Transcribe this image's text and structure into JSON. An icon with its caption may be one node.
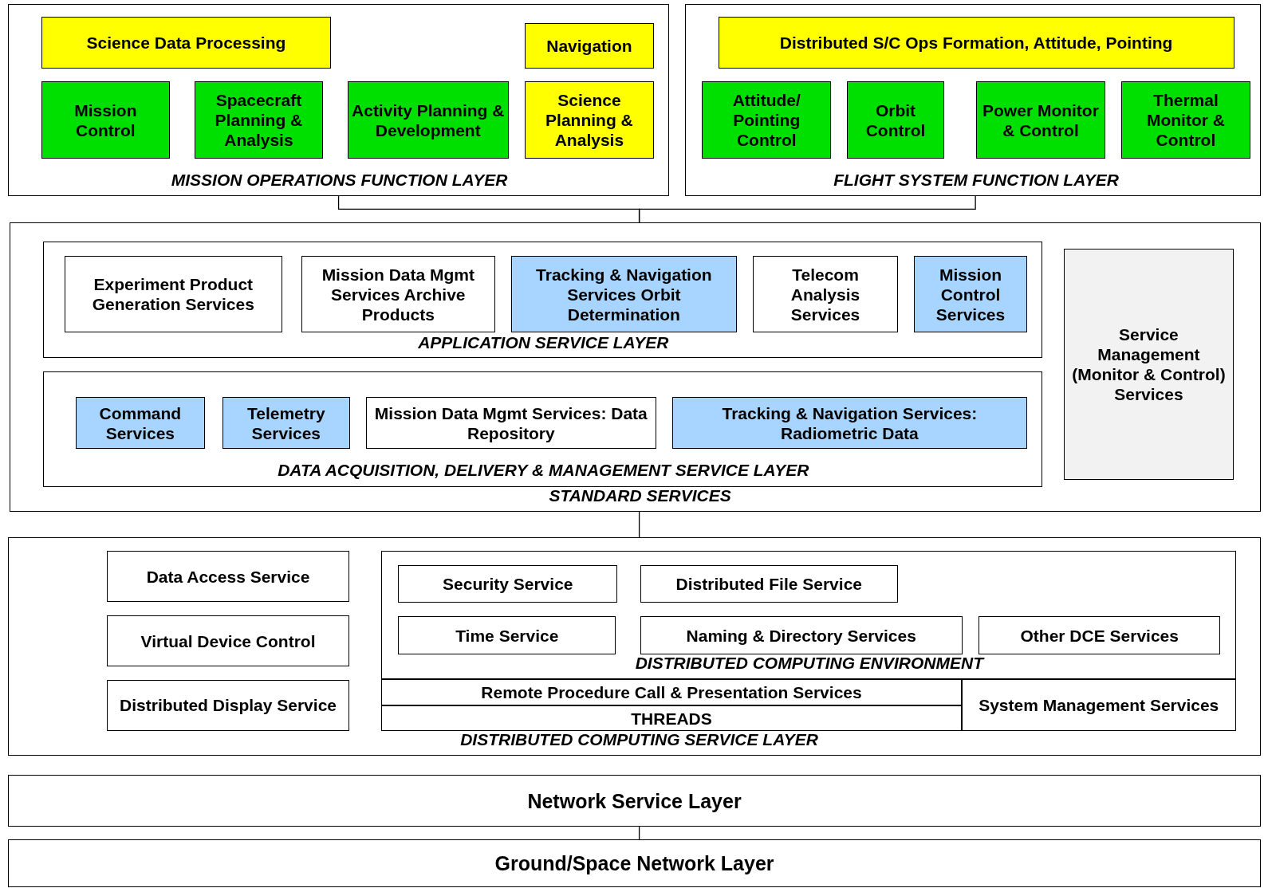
{
  "diagram": {
    "nodes": [
      {
        "text": [
          "MISSION OPERATIONS FUNCTION LAYER"
        ]
      },
      {
        "text": [
          "Science Data Processing"
        ],
        "in": 0
      },
      {
        "text": [
          "Navigation"
        ],
        "in": 0
      },
      {
        "text": [
          "Mission Control"
        ],
        "in": 0
      },
      {
        "text": [
          "Spacecraft Planning & Analysis"
        ],
        "in": 0
      },
      {
        "text": [
          "Activity Planning & Development"
        ],
        "in": 0
      },
      {
        "text": [
          "Science Planning & Analysis"
        ],
        "in": 0
      },
      {
        "text": [
          "FLIGHT SYSTEM FUNCTION LAYER"
        ]
      },
      {
        "text": [
          "Distributed S/C Ops Formation, Attitude, Pointing"
        ],
        "in": 7
      },
      {
        "text": [
          "Attitude/ Pointing Control"
        ],
        "in": 7
      },
      {
        "text": [
          "Orbit Control"
        ],
        "in": 7
      },
      {
        "text": [
          "Power Monitor & Control"
        ],
        "in": 7
      },
      {
        "text": [
          "Thermal Monitor & Control"
        ],
        "in": 7
      },
      {
        "text": [
          "STANDARD SERVICES"
        ]
      },
      {
        "text": [
          "APPLICATION SERVICE LAYER"
        ],
        "in": 13
      },
      {
        "text": [
          "Experiment Product Generation Services"
        ],
        "in": 14
      },
      {
        "text": [
          "Mission Data Mgmt Services Archive Products"
        ],
        "in": 14
      },
      {
        "text": [
          "Tracking & Navigation Services Orbit Determination"
        ],
        "in": 14
      },
      {
        "text": [
          "Telecom Analysis Services"
        ],
        "in": 14
      },
      {
        "text": [
          "Mission Control Services"
        ],
        "in": 14
      },
      {
        "text": [
          "DATA ACQUISITION, DELIVERY & MANAGEMENT SERVICE LAYER"
        ],
        "in": 13
      },
      {
        "text": [
          "Command Services"
        ],
        "in": 20
      },
      {
        "text": [
          "Telemetry Services"
        ],
        "in": 20
      },
      {
        "text": [
          "Mission Data Mgmt Services: Data Repository"
        ],
        "in": 20
      },
      {
        "text": [
          "Tracking & Navigation Services: Radiometric Data"
        ],
        "in": 20
      },
      {
        "text": [
          "Service Management (Monitor & Control) Services"
        ],
        "in": 13
      },
      {
        "text": [
          "DISTRIBUTED COMPUTING SERVICE LAYER"
        ]
      },
      {
        "text": [
          "Data Access Service"
        ],
        "in": 26
      },
      {
        "text": [
          "Virtual Device Control"
        ],
        "in": 26
      },
      {
        "text": [
          "Distributed Display Service"
        ],
        "in": 26
      },
      {
        "text": [
          "DISTRIBUTED COMPUTING ENVIRONMENT"
        ],
        "in": 26
      },
      {
        "text": [
          "Security Service"
        ],
        "in": 30
      },
      {
        "text": [
          "Distributed File Service"
        ],
        "in": 30
      },
      {
        "text": [
          "Time Service"
        ],
        "in": 30
      },
      {
        "text": [
          "Naming & Directory Services"
        ],
        "in": 30
      },
      {
        "text": [
          "Other DCE Services"
        ],
        "in": 30
      },
      {
        "text": [
          "Remote Procedure Call & Presentation Services"
        ],
        "in": 26
      },
      {
        "text": [
          "THREADS"
        ],
        "in": 26
      },
      {
        "text": [
          "System Management Services"
        ],
        "in": 26
      },
      {
        "text": [
          "Network Service Layer"
        ]
      },
      {
        "text": [
          "Ground/Space Network Layer"
        ]
      }
    ],
    "edges": [
      {
        "from": 0,
        "to": 13,
        "arrow": "none"
      },
      {
        "from": 7,
        "to": 13,
        "arrow": "none"
      },
      {
        "from": 13,
        "to": 26,
        "arrow": "none"
      },
      {
        "from": 39,
        "to": 40,
        "arrow": "none"
      }
    ]
  }
}
